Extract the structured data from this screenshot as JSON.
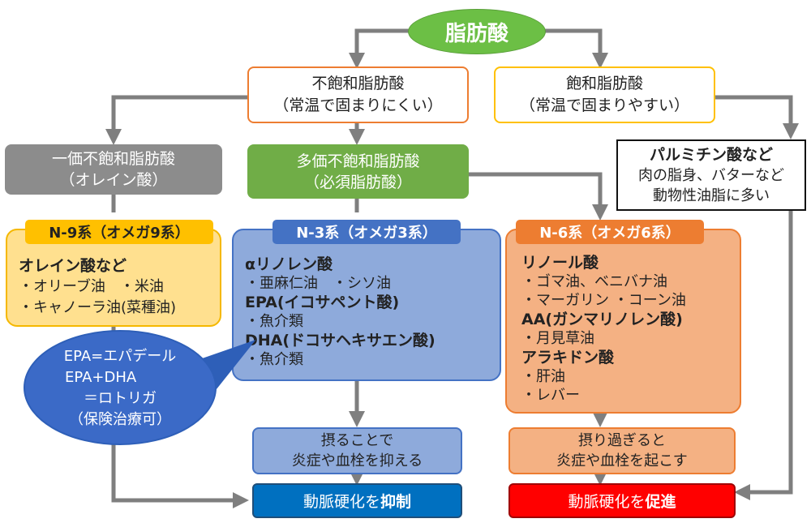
{
  "root": {
    "label": "脂肪酸",
    "color": "#6cbf45"
  },
  "unsaturated": {
    "line1": "不飽和脂肪酸",
    "line2": "（常温で固まりにくい）",
    "border": "#ed7d31"
  },
  "saturated": {
    "line1": "飽和脂肪酸",
    "line2": "（常温で固まりやすい）",
    "border": "#ffc000"
  },
  "mono": {
    "line1": "一価不飽和脂肪酸",
    "line2": "（オレイン酸）"
  },
  "poly": {
    "line1": "多価不飽和脂肪酸",
    "line2": "（必須脂肪酸）"
  },
  "palmitic": {
    "title": "パルミチン酸など",
    "line2": "肉の脂身、バターなど",
    "line3": "動物性油脂に多い"
  },
  "n9": {
    "tab": "N-9系（オメガ9系）",
    "title": "オレイン酸など",
    "items": [
      "・オリーブ油　・米油",
      "・キャノーラ油(菜種油)"
    ]
  },
  "n3": {
    "tab": "N-3系（オメガ3系）",
    "groups": [
      {
        "title": "αリノレン酸",
        "items": [
          "・亜麻仁油　・シソ油"
        ]
      },
      {
        "title": "EPA(イコサペント酸)",
        "items": [
          "・魚介類"
        ]
      },
      {
        "title": "DHA(ドコサヘキサエン酸)",
        "items": [
          "・魚介類"
        ]
      }
    ]
  },
  "n6": {
    "tab": "N-6系（オメガ6系）",
    "groups": [
      {
        "title": "リノール酸",
        "items": [
          "・ゴマ油、ベニバナ油",
          "・マーガリン ・コーン油"
        ]
      },
      {
        "title": "AA(ガンマリノレン酸)",
        "items": [
          "・月見草油"
        ]
      },
      {
        "title": "アラキドン酸",
        "items": [
          "・肝油",
          "・レバー"
        ]
      }
    ]
  },
  "bubble": {
    "lines": [
      "EPA=エパデール",
      "EPA+DHA",
      "＝ロトリガ",
      "（保険治療可）"
    ]
  },
  "n3_effect": {
    "line1": "摂ることで",
    "line2": "炎症や血栓を抑える"
  },
  "n6_effect": {
    "line1": "摂り過ぎると",
    "line2": "炎症や血栓を起こす"
  },
  "inhibit": {
    "prefix": "動脈硬化を",
    "strong": "抑制"
  },
  "promote": {
    "prefix": "動脈硬化を",
    "strong": "促進"
  },
  "colors": {
    "arrow": "#7f7f7f",
    "n9": "#ffc000",
    "n3": "#4472c4",
    "n6": "#ed7d31",
    "inhibit": "#0070c0",
    "promote": "#ff0000"
  }
}
